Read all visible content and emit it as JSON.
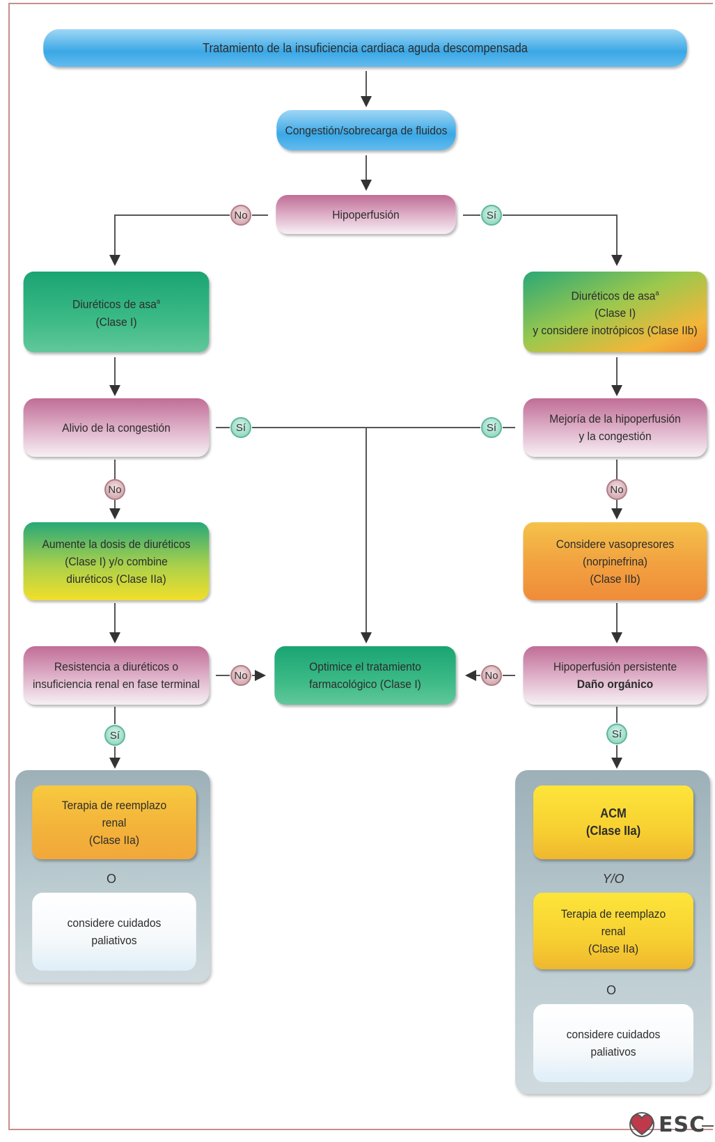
{
  "title": "Tratamiento de la insuficiencia cardiaca aguda descompensada",
  "nodes": {
    "congestion": "Congestión/sobrecarga de fluidos",
    "hipoperfusion": "Hipoperfusión",
    "left_diuretics": [
      "Diuréticos de asa",
      "(Clase I)"
    ],
    "left_diuretics_sup": "a",
    "right_diuretics": [
      "Diuréticos de asa",
      "(Clase I)",
      "y considere inotrópicos (Clase IIb)"
    ],
    "right_diuretics_sup": "a",
    "alivio": "Alivio de la congestión",
    "mejoria": [
      "Mejoría de la hipoperfusión",
      "y la congestión"
    ],
    "aumente": [
      "Aumente la dosis de diuréticos",
      "(Clase I) y/o combine",
      "diuréticos (Clase IIa)"
    ],
    "vasopresores": [
      "Considere vasopresores",
      "(norpinefrina)",
      "(Clase IIb)"
    ],
    "resistencia": [
      "Resistencia a diuréticos o",
      "insuficiencia renal en fase terminal"
    ],
    "optimice": [
      "Optimice el tratamiento",
      "farmacológico (Clase I)"
    ],
    "persistente": [
      "Hipoperfusión persistente",
      "Daño orgánico"
    ],
    "left_terapia": [
      "Terapia de reemplazo",
      "renal",
      "(Clase IIa)"
    ],
    "left_o": "O",
    "left_paliativos": [
      "considere cuidados",
      "paliativos"
    ],
    "acm": [
      "ACM",
      "(Clase IIa)"
    ],
    "yo": "Y/O",
    "right_terapia": [
      "Terapia de reemplazo",
      "renal",
      "(Clase IIa)"
    ],
    "right_o": "O",
    "right_paliativos": [
      "considere cuidados",
      "paliativos"
    ]
  },
  "labels": {
    "no": "No",
    "si": "Sí"
  },
  "logo": {
    "text": "ESC",
    "icon": "heart-icon"
  },
  "colors": {
    "blue": "#3aa8e6",
    "pink": "#c06d95",
    "green": "#1aa473",
    "yellow": "#f7d031",
    "orange": "#ef8c3a",
    "panel": "#b9cacf",
    "arrow": "#333333"
  }
}
